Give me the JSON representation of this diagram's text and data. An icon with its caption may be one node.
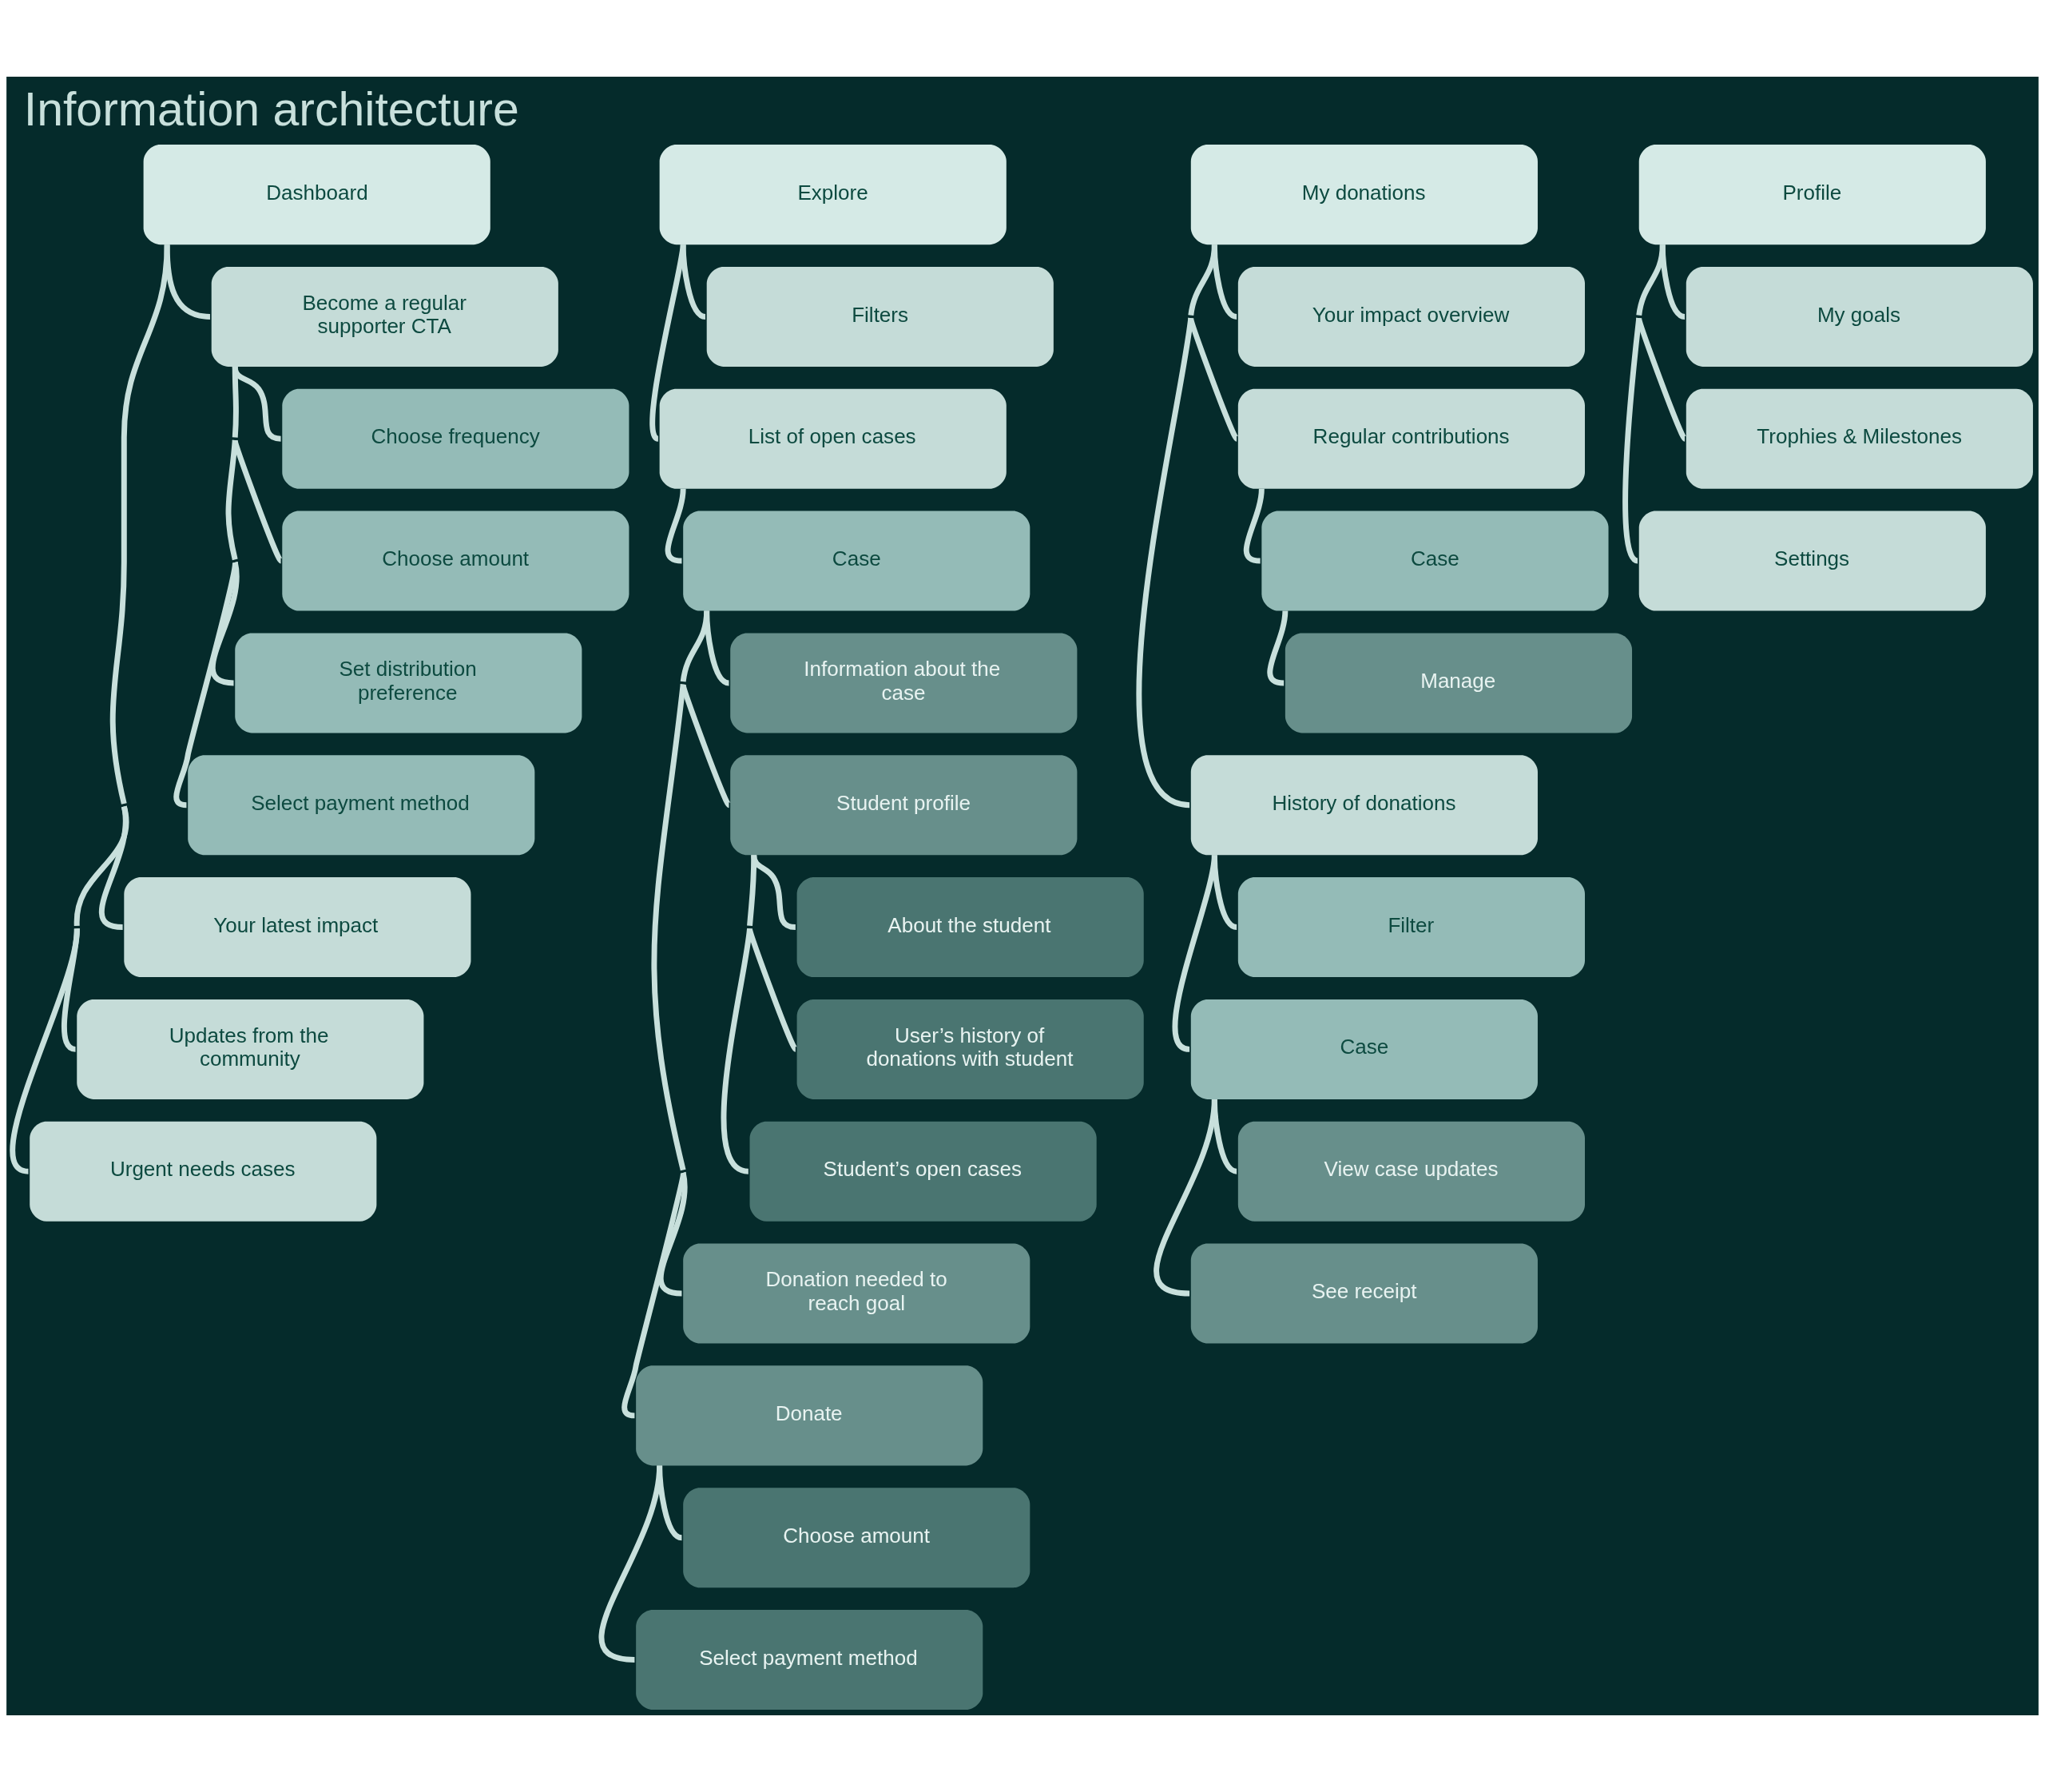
{
  "diagram": {
    "title": "Information architecture",
    "nodes": [
      {
        "text": [
          "Dashboard"
        ]
      },
      {
        "text": [
          "Become a regular supporter CTA"
        ]
      },
      {
        "text": [
          "Choose frequency"
        ]
      },
      {
        "text": [
          "Choose amount"
        ]
      },
      {
        "text": [
          "Set distribution preference"
        ]
      },
      {
        "text": [
          "Select payment method"
        ]
      },
      {
        "text": [
          "Your latest impact"
        ]
      },
      {
        "text": [
          "Updates from the community"
        ]
      },
      {
        "text": [
          "Urgent needs cases"
        ]
      },
      {
        "text": [
          "Explore"
        ]
      },
      {
        "text": [
          "Filters"
        ]
      },
      {
        "text": [
          "List of open cases"
        ]
      },
      {
        "text": [
          "Case"
        ]
      },
      {
        "text": [
          "Information about the case"
        ]
      },
      {
        "text": [
          "Student profile"
        ]
      },
      {
        "text": [
          "About the student"
        ]
      },
      {
        "text": [
          "User’s history of donations with student"
        ]
      },
      {
        "text": [
          "Student’s open cases"
        ]
      },
      {
        "text": [
          "Donation needed to reach goal"
        ]
      },
      {
        "text": [
          "Donate"
        ]
      },
      {
        "text": [
          "Choose amount"
        ]
      },
      {
        "text": [
          "Select payment method"
        ]
      },
      {
        "text": [
          "My donations"
        ]
      },
      {
        "text": [
          "Your impact overview"
        ]
      },
      {
        "text": [
          "Regular contributions"
        ]
      },
      {
        "text": [
          "Case"
        ]
      },
      {
        "text": [
          "Manage"
        ]
      },
      {
        "text": [
          "History of donations"
        ]
      },
      {
        "text": [
          "Filter"
        ]
      },
      {
        "text": [
          "Case"
        ]
      },
      {
        "text": [
          "View case updates"
        ]
      },
      {
        "text": [
          "See receipt"
        ]
      },
      {
        "text": [
          "Profile"
        ]
      },
      {
        "text": [
          "My goals"
        ]
      },
      {
        "text": [
          "Trophies & Milestones"
        ]
      },
      {
        "text": [
          "Settings"
        ]
      }
    ],
    "edges": [
      {
        "from": 0,
        "to": 1,
        "arrow": "none"
      },
      {
        "from": 1,
        "to": 2,
        "arrow": "none"
      },
      {
        "from": 1,
        "to": 3,
        "arrow": "none"
      },
      {
        "from": 1,
        "to": 4,
        "arrow": "none"
      },
      {
        "from": 1,
        "to": 5,
        "arrow": "none"
      },
      {
        "from": 0,
        "to": 6,
        "arrow": "none"
      },
      {
        "from": 0,
        "to": 7,
        "arrow": "none"
      },
      {
        "from": 0,
        "to": 8,
        "arrow": "none"
      },
      {
        "from": 9,
        "to": 10,
        "arrow": "none"
      },
      {
        "from": 9,
        "to": 11,
        "arrow": "none"
      },
      {
        "from": 11,
        "to": 12,
        "arrow": "none"
      },
      {
        "from": 12,
        "to": 13,
        "arrow": "none"
      },
      {
        "from": 12,
        "to": 14,
        "arrow": "none"
      },
      {
        "from": 14,
        "to": 15,
        "arrow": "none"
      },
      {
        "from": 14,
        "to": 16,
        "arrow": "none"
      },
      {
        "from": 14,
        "to": 17,
        "arrow": "none"
      },
      {
        "from": 12,
        "to": 18,
        "arrow": "none"
      },
      {
        "from": 12,
        "to": 19,
        "arrow": "none"
      },
      {
        "from": 19,
        "to": 20,
        "arrow": "none"
      },
      {
        "from": 19,
        "to": 21,
        "arrow": "none"
      },
      {
        "from": 22,
        "to": 23,
        "arrow": "none"
      },
      {
        "from": 22,
        "to": 24,
        "arrow": "none"
      },
      {
        "from": 24,
        "to": 25,
        "arrow": "none"
      },
      {
        "from": 25,
        "to": 26,
        "arrow": "none"
      },
      {
        "from": 22,
        "to": 27,
        "arrow": "none"
      },
      {
        "from": 27,
        "to": 28,
        "arrow": "none"
      },
      {
        "from": 27,
        "to": 29,
        "arrow": "none"
      },
      {
        "from": 29,
        "to": 30,
        "arrow": "none"
      },
      {
        "from": 29,
        "to": 31,
        "arrow": "none"
      },
      {
        "from": 32,
        "to": 33,
        "arrow": "none"
      },
      {
        "from": 32,
        "to": 34,
        "arrow": "none"
      },
      {
        "from": 32,
        "to": 35,
        "arrow": "none"
      }
    ]
  }
}
